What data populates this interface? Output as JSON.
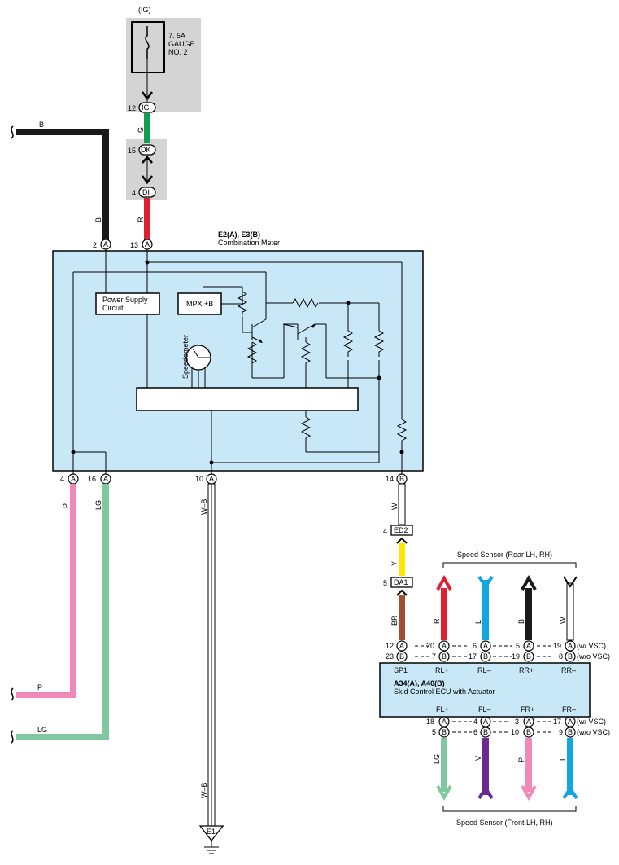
{
  "colors": {
    "box_fill": "#c8e8f8",
    "gray_area": "#d4d4d4",
    "wire_black": "#1a1a1a",
    "wire_green": "#10a050",
    "wire_red": "#e02030",
    "wire_pink": "#f088b8",
    "wire_light_green": "#80c8a0",
    "wire_yellow": "#ffe600",
    "wire_brown": "#a05030",
    "wire_blue": "#10a8e0",
    "wire_violet": "#6a2a90",
    "wire_white": "#ffffff"
  },
  "fuse": {
    "top_label": "(IG)",
    "line1": "7. 5A",
    "line2": "GAUGE",
    "line3": "NO. 2"
  },
  "connectors": {
    "ig": {
      "pin": "12",
      "code": "IG"
    },
    "dk": {
      "pin": "15",
      "code": "DK"
    },
    "di": {
      "pin": "4",
      "code": "DI"
    },
    "ed2": {
      "pin": "4",
      "code": "ED2"
    },
    "da1": {
      "pin": "5",
      "code": "DA1"
    },
    "e1": "E1"
  },
  "wire_labels": {
    "b_top": "B",
    "b_vert": "B",
    "g": "G",
    "r": "R",
    "p": "P",
    "lg": "LG",
    "w_b": "W–B",
    "w_b2": "W–B",
    "w": "W",
    "y": "Y",
    "br": "BR",
    "p_bottom": "P",
    "lg_bottom": "LG"
  },
  "meter": {
    "title": "E2(A), E3(B)",
    "subtitle": "Combination Meter",
    "power_supply_line1": "Power Supply",
    "power_supply_line2": "Circuit",
    "mpx_label": "MPX +B",
    "speedometer_label": "Speedometer",
    "top_pins": [
      {
        "num": "2",
        "conn": "A"
      },
      {
        "num": "13",
        "conn": "A"
      }
    ],
    "bottom_pins": [
      {
        "num": "4",
        "conn": "A"
      },
      {
        "num": "16",
        "conn": "A"
      },
      {
        "num": "10",
        "conn": "A"
      },
      {
        "num": "14",
        "conn": "B"
      }
    ]
  },
  "ecu": {
    "title": "A34(A), A40(B)",
    "subtitle": "Skid Control ECU with Actuator",
    "top_terminals": [
      "SP1",
      "RL+",
      "RL–",
      "RR+",
      "RR–"
    ],
    "bottom_terminals": [
      "FL+",
      "FL–",
      "FR+",
      "FR–"
    ],
    "sp1_pins": [
      {
        "num": "12",
        "conn": "A"
      },
      {
        "num": "23",
        "conn": "B"
      }
    ],
    "top_pin_rows": [
      [
        {
          "num": "20",
          "conn": "A"
        },
        {
          "num": "6",
          "conn": "A"
        },
        {
          "num": "5",
          "conn": "A"
        },
        {
          "num": "19",
          "conn": "A"
        }
      ],
      [
        {
          "num": "7",
          "conn": "B"
        },
        {
          "num": "17",
          "conn": "B"
        },
        {
          "num": "19",
          "conn": "B"
        },
        {
          "num": "8",
          "conn": "B"
        }
      ]
    ],
    "bottom_pin_rows": [
      [
        {
          "num": "18",
          "conn": "A"
        },
        {
          "num": "4",
          "conn": "A"
        },
        {
          "num": "3",
          "conn": "A"
        },
        {
          "num": "17",
          "conn": "A"
        }
      ],
      [
        {
          "num": "5",
          "conn": "B"
        },
        {
          "num": "6",
          "conn": "B"
        },
        {
          "num": "10",
          "conn": "B"
        },
        {
          "num": "9",
          "conn": "B"
        }
      ]
    ],
    "w_vsc": "(w/ VSC)",
    "wo_vsc": "(w/o VSC)"
  },
  "sensors": {
    "rear_label": "Speed Sensor (Rear LH,  RH)",
    "front_label": "Speed Sensor (Front LH,  RH)",
    "rear_wires": [
      "R",
      "L",
      "B",
      "W"
    ],
    "front_wires": [
      "LG",
      "V",
      "P",
      "L"
    ]
  }
}
